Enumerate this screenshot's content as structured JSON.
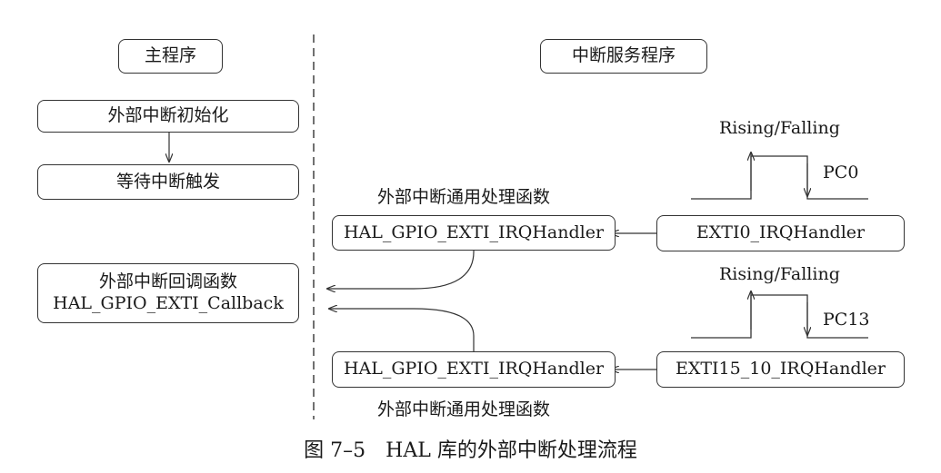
{
  "main": {
    "header": "主程序",
    "init": "外部中断初始化",
    "wait": "等待中断触发",
    "callback_line1": "外部中断回调函数",
    "callback_line2": "HAL_GPIO_EXTI_Callback"
  },
  "isr": {
    "header": "中断服务程序",
    "handler_label_top": "外部中断通用处理函数",
    "handler_top": "HAL_GPIO_EXTI_IRQHandler",
    "exti0": "EXTI0_IRQHandler",
    "signal_top": "Rising/Falling",
    "pin_top": "PC0",
    "signal_bottom": "Rising/Falling",
    "pin_bottom": "PC13",
    "handler_bottom": "HAL_GPIO_EXTI_IRQHandler",
    "exti15_10": "EXTI15_10_IRQHandler",
    "handler_label_bottom": "外部中断通用处理函数"
  },
  "caption": "图 7–5　HAL 库的外部中断处理流程"
}
